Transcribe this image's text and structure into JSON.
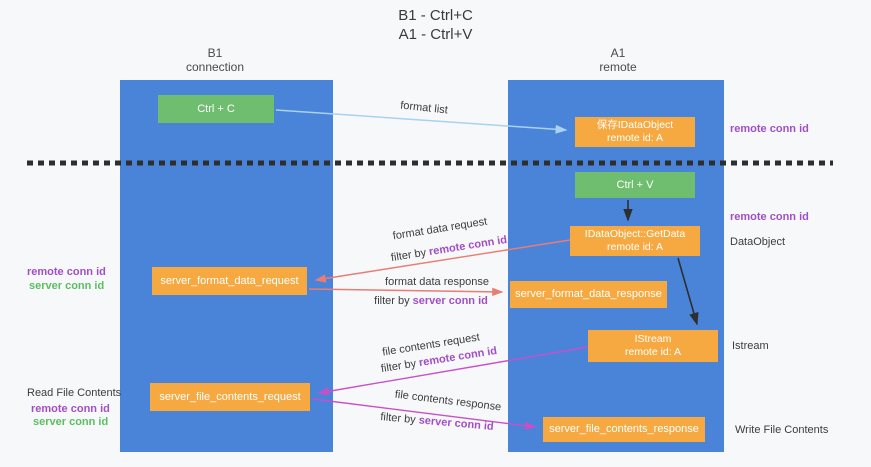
{
  "title": {
    "line1": "B1 - Ctrl+C",
    "line2": "A1 - Ctrl+V"
  },
  "lanes": {
    "left": {
      "title": "B1",
      "subtitle": "connection"
    },
    "right": {
      "title": "A1",
      "subtitle": "remote"
    }
  },
  "boxes": {
    "ctrl_c": {
      "label": "Ctrl + C"
    },
    "save_dataobject": {
      "line1": "保存IDataObject",
      "line2": "remote id: A"
    },
    "ctrl_v": {
      "label": "Ctrl + V"
    },
    "getdata": {
      "line1": "IDataObject::GetData",
      "line2": "remote id: A"
    },
    "istream": {
      "line1": "IStream",
      "line2": "remote id: A"
    },
    "server_format_data_request": {
      "label": "server_format_data_request"
    },
    "server_format_data_response": {
      "label": "server_format_data_response"
    },
    "server_file_contents_request": {
      "label": "server_file_contents_request"
    },
    "server_file_contents_response": {
      "label": "server_file_contents_response"
    }
  },
  "edge_labels": {
    "format_list": "format list",
    "format_data_request": "format data request",
    "format_data_response": "format data response",
    "file_contents_request": "file contents request",
    "file_contents_response": "file contents response",
    "filter_by": "filter by ",
    "remote_conn_id": "remote conn id",
    "server_conn_id": "server conn id"
  },
  "side_labels": {
    "remote_conn_id": "remote conn id",
    "server_conn_id": "server conn id",
    "dataobject": "DataObject",
    "istream": "Istream",
    "read_file_contents": "Read File Contents",
    "write_file_contents": "Write File Contents"
  },
  "colors": {
    "background": "#F7F8FA",
    "column_blue": "#4A84D8",
    "box_green": "#6FBE70",
    "box_orange": "#F5A940",
    "arrow_lightblue": "#A8D2EE",
    "arrow_black": "#2E2E2E",
    "arrow_red": "#E97C74",
    "arrow_magenta": "#C94FC9",
    "text_purple": "#A24FC6",
    "text_green": "#5CBE62",
    "text_dark": "#3C3C3C"
  }
}
